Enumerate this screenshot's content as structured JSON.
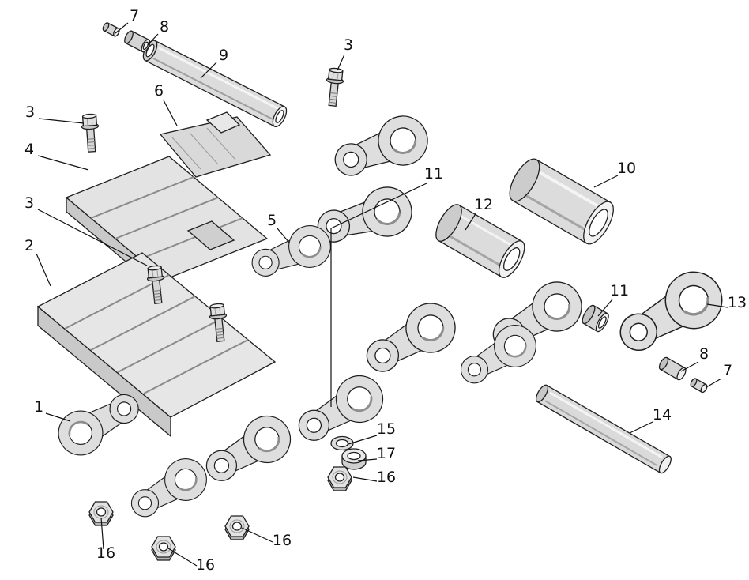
{
  "figure": {
    "type": "exploded-parts-diagram",
    "line_color": "#1f1f1f",
    "background": "#ffffff"
  },
  "callouts": [
    {
      "label": "7"
    },
    {
      "label": "8"
    },
    {
      "label": "9"
    },
    {
      "label": "3"
    },
    {
      "label": "3"
    },
    {
      "label": "6"
    },
    {
      "label": "4"
    },
    {
      "label": "3"
    },
    {
      "label": "2"
    },
    {
      "label": "11"
    },
    {
      "label": "5"
    },
    {
      "label": "12"
    },
    {
      "label": "10"
    },
    {
      "label": "11"
    },
    {
      "label": "13"
    },
    {
      "label": "8"
    },
    {
      "label": "7"
    },
    {
      "label": "14"
    },
    {
      "label": "1"
    },
    {
      "label": "15"
    },
    {
      "label": "17"
    },
    {
      "label": "16"
    },
    {
      "label": "16"
    },
    {
      "label": "16"
    },
    {
      "label": "16"
    }
  ]
}
